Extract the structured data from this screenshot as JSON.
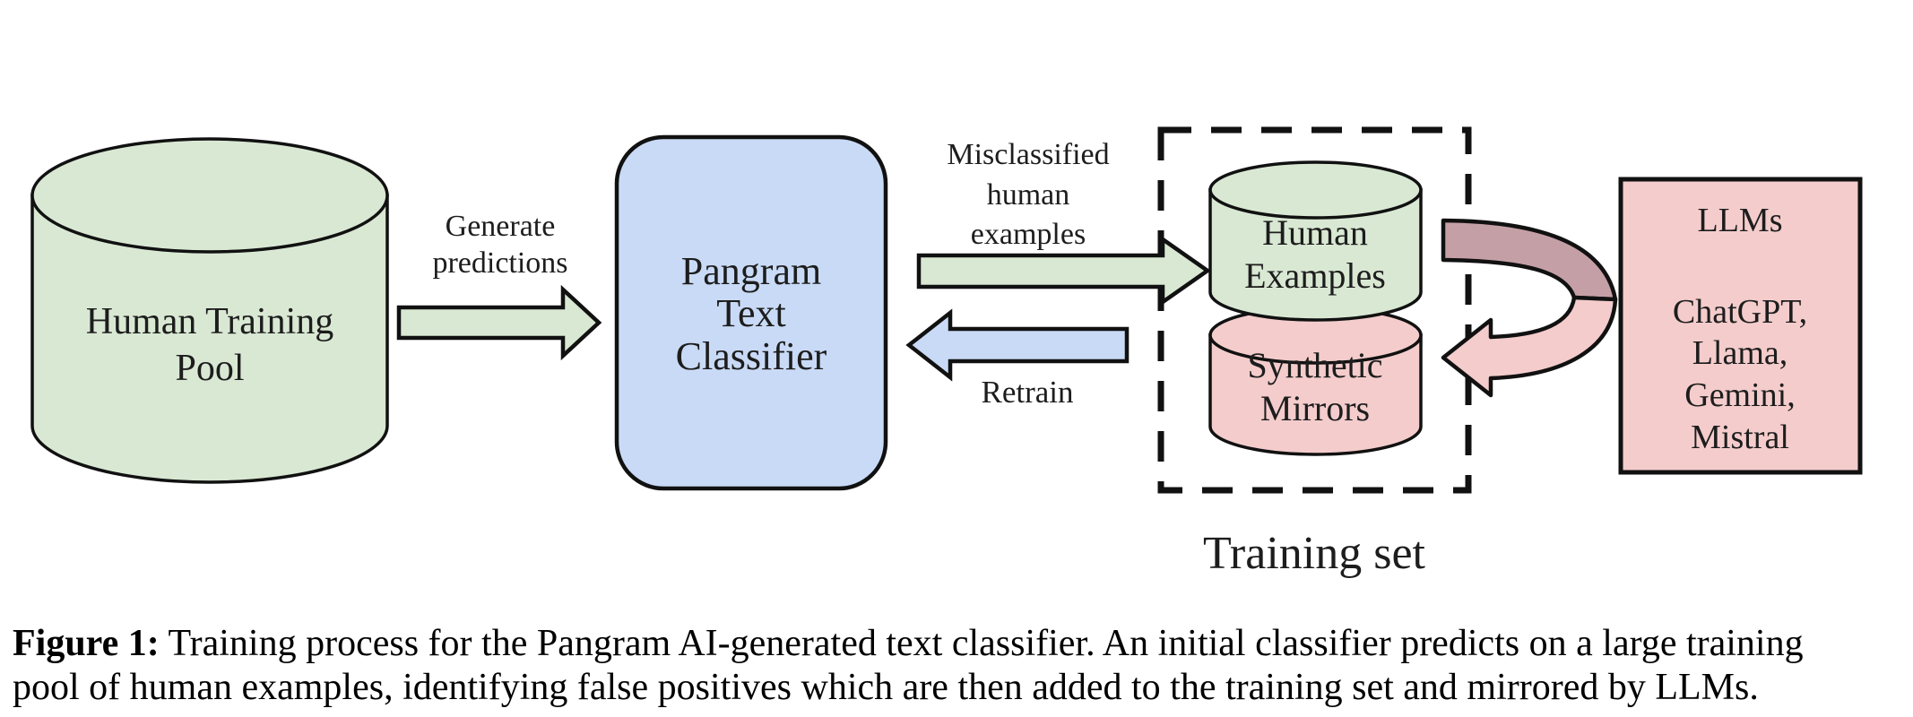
{
  "caption": {
    "label": "Figure 1:",
    "line1": "Training process for the Pangram AI-generated text classifier. An initial classifier predicts on a large training",
    "line2": "pool of human examples, identifying false positives which are then added to the training set and mirrored by LLMs."
  },
  "diagram": {
    "human_pool": {
      "line1": "Human Training",
      "line2": "Pool"
    },
    "generate": {
      "line1": "Generate",
      "line2": "predictions"
    },
    "classifier": {
      "line1": "Pangram",
      "line2": "Text",
      "line3": "Classifier"
    },
    "misclassified": {
      "line1": "Misclassified",
      "line2": "human",
      "line3": "examples"
    },
    "retrain": {
      "label": "Retrain"
    },
    "human_examples": {
      "line1": "Human",
      "line2": "Examples"
    },
    "synthetic_mirrors": {
      "line1": "Synthetic",
      "line2": "Mirrors"
    },
    "training_set_label": "Training set",
    "llms": {
      "title": "LLMs",
      "models": [
        "ChatGPT,",
        "Llama,",
        "Gemini,",
        "Mistral"
      ]
    }
  },
  "colors": {
    "green_fill": "#d9e8d3",
    "blue_fill": "#c9daf6",
    "pink_fill": "#f4cccc",
    "mauve_fill": "#c4a0a6",
    "stroke": "#111111",
    "text": "#1d1d1d"
  }
}
